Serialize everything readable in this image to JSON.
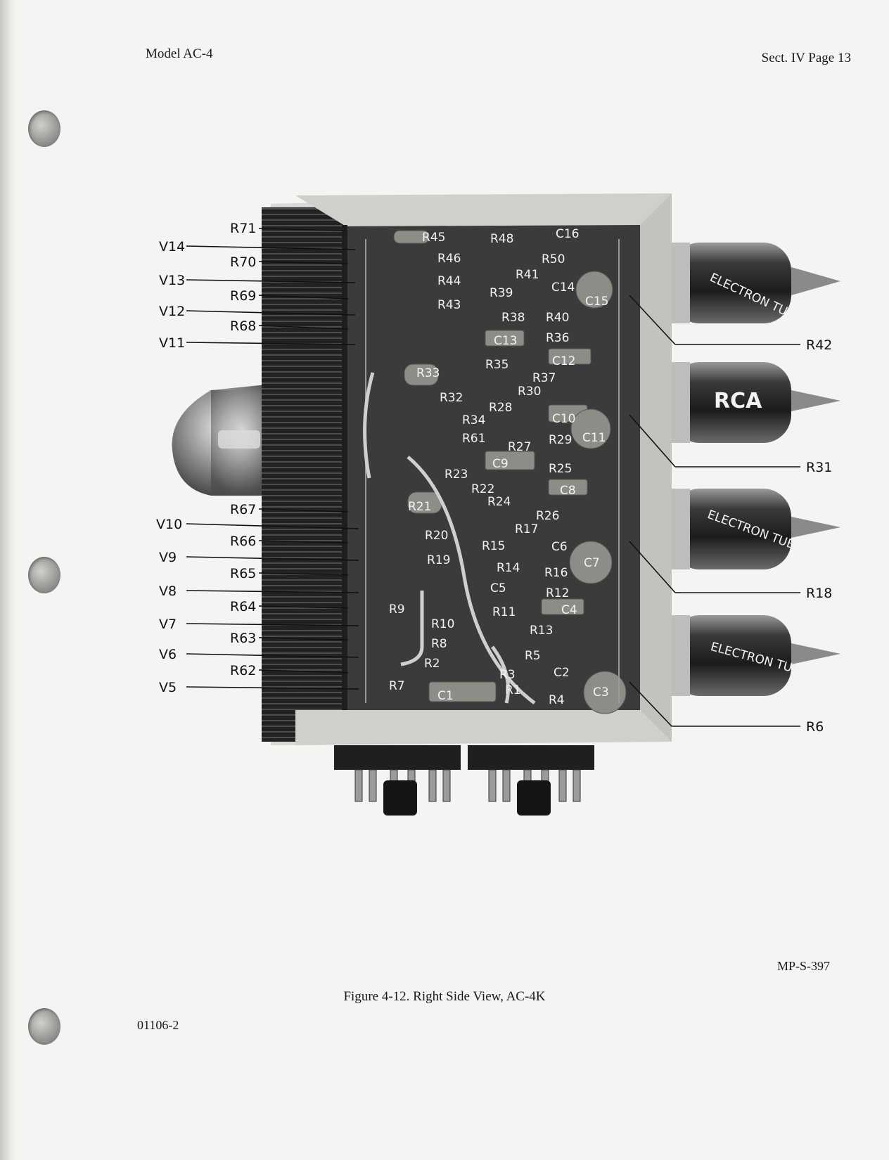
{
  "header": {
    "left": "Model AC-4",
    "right": "Sect. IV  Page 13"
  },
  "figure": {
    "caption": "Figure 4-12.  Right Side View, AC-4K",
    "left_callouts": [
      "R71",
      "V14",
      "R70",
      "V13",
      "R69",
      "V12",
      "R68",
      "V11",
      "R67",
      "V10",
      "R66",
      "V9",
      "R65",
      "V8",
      "R64",
      "V7",
      "R63",
      "V6",
      "R62",
      "V5"
    ],
    "right_callouts": [
      "R42",
      "R31",
      "R18",
      "R6"
    ],
    "board_labels": [
      "R45",
      "R48",
      "C16",
      "R46",
      "R50",
      "R41",
      "R44",
      "C14",
      "R39",
      "C15",
      "R43",
      "R38",
      "R40",
      "C13",
      "R36",
      "R35",
      "C12",
      "R33",
      "R37",
      "R30",
      "R32",
      "R28",
      "C10",
      "R34",
      "C11",
      "R61",
      "R27",
      "R29",
      "C9",
      "R25",
      "R23",
      "R22",
      "C8",
      "R24",
      "R21",
      "R26",
      "R17",
      "R20",
      "R15",
      "C6",
      "R19",
      "C7",
      "R14",
      "R16",
      "C5",
      "R12",
      "R9",
      "R11",
      "C4",
      "R10",
      "R13",
      "R8",
      "R5",
      "R2",
      "C2",
      "R3",
      "R7",
      "R1",
      "C3",
      "C1",
      "R4"
    ],
    "tube_markings": [
      "ELECTRON TUBE",
      "RCA",
      "ELECTRON TUBE",
      "ELECTRON TUBE"
    ]
  },
  "footer": {
    "doc_code": "MP-S-397",
    "doc_number": "01106-2"
  }
}
